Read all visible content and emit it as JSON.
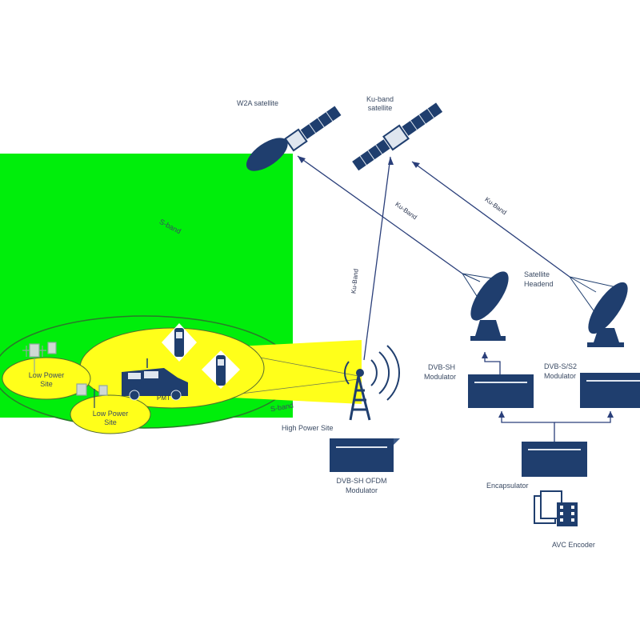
{
  "diagram": {
    "colors": {
      "green_zone": "#00ee0b",
      "yellow_zone": "#ffff1a",
      "equipment": "#1f3e6e",
      "equipment_light": "#dfe6ef",
      "link_line": "#2a3f7a"
    },
    "labels": {
      "w2a_satellite": "W2A satellite",
      "ku_satellite_line1": "Ku-band",
      "ku_satellite_line2": "satellite",
      "s_band_area": "S-band",
      "ku_band_1": "Ku-Band",
      "ku_band_2": "Ku-Band",
      "ku_band_3": "Ku-Band",
      "s_band_link": "S-band",
      "satellite_headend_line1": "Satellite",
      "satellite_headend_line2": "Headend",
      "dvbsh_modulator_line1": "DVB-SH",
      "dvbsh_modulator_line2": "Modulator",
      "dvbs2_modulator_line1": "DVB-S/S2",
      "dvbs2_modulator_line2": "Modulator",
      "low_power_site_1_line1": "Low Power",
      "low_power_site_1_line2": "Site",
      "low_power_site_2_line1": "Low Power",
      "low_power_site_2_line2": "Site",
      "van_label": "PMT",
      "high_power_site": "High Power Site",
      "ofdm_modulator_line1": "DVB-SH OFDM",
      "ofdm_modulator_line2": "Modulator",
      "encapsulator": "Encapsulator",
      "avc_encoder": "AVC Encoder"
    },
    "icons": {
      "w2a_satellite": "satellite-icon",
      "ku_satellite": "satellite-icon",
      "dish": "satellite-dish-icon",
      "tower": "transmitter-tower-icon",
      "van": "van-icon",
      "phone": "mobile-phone-icon",
      "box": "equipment-box-icon",
      "files": "video-files-icon"
    }
  }
}
